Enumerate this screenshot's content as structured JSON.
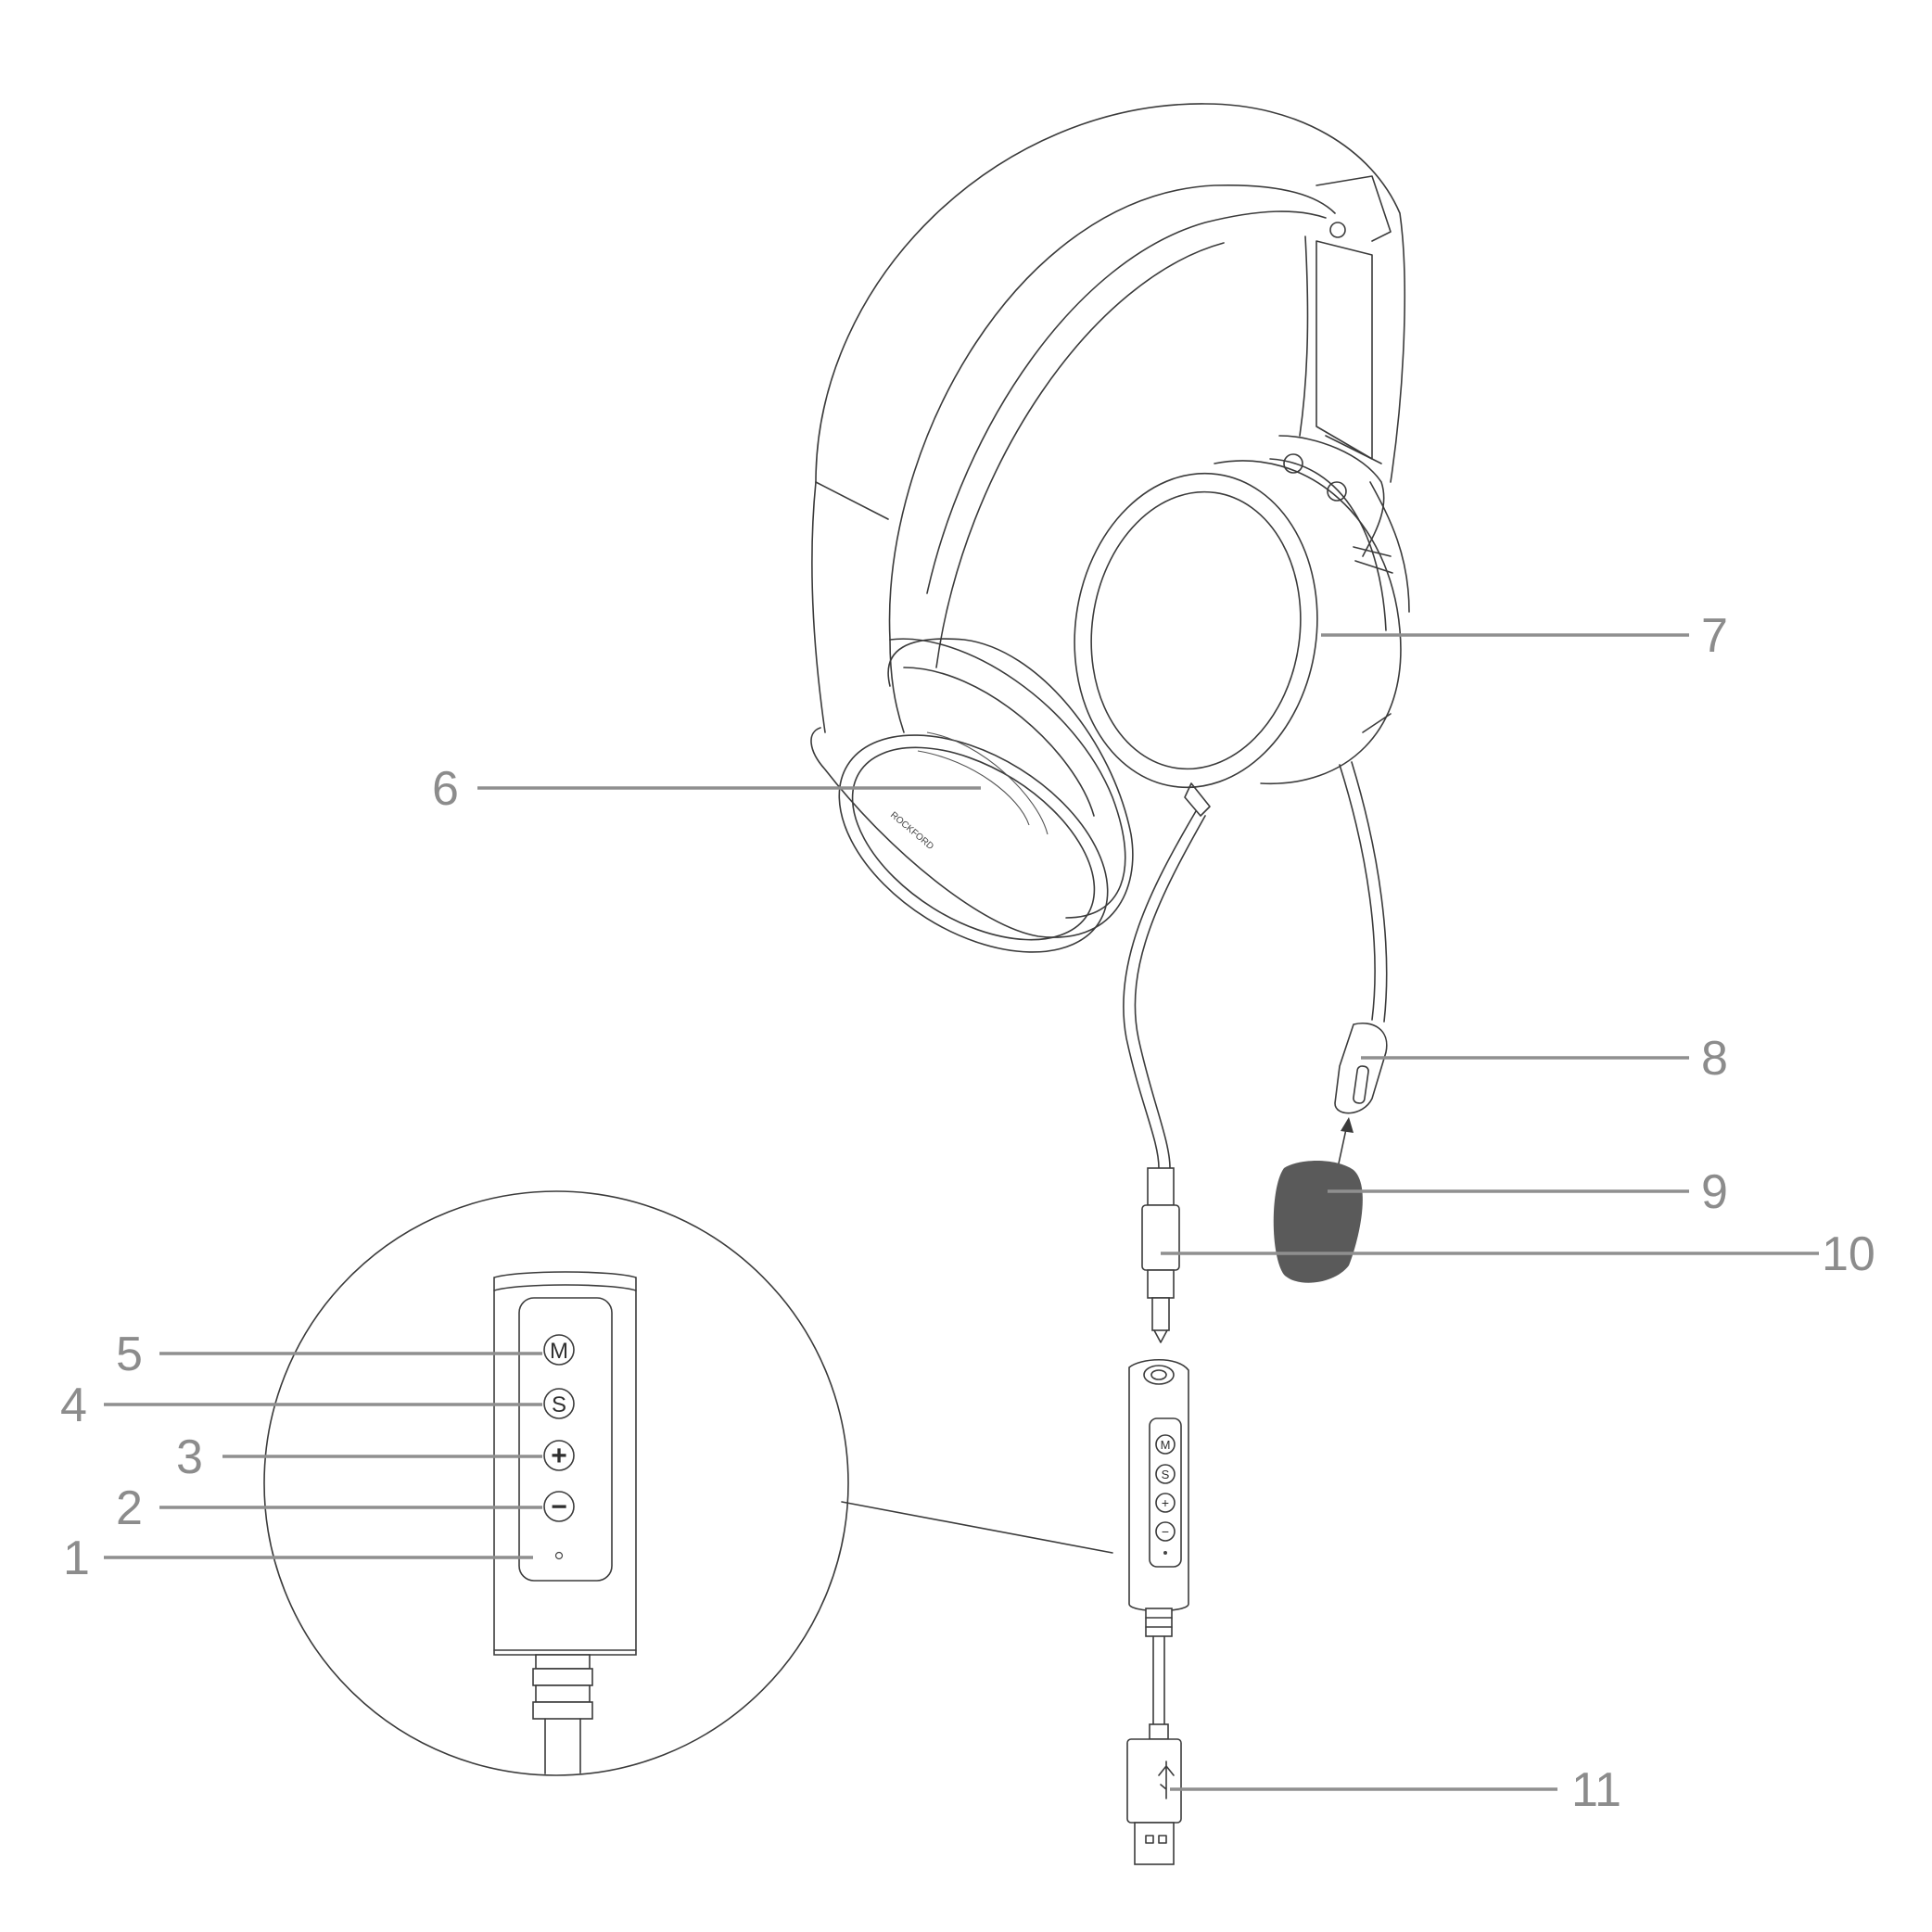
{
  "callouts": [
    {
      "id": "1",
      "label": "1"
    },
    {
      "id": "2",
      "label": "2"
    },
    {
      "id": "3",
      "label": "3"
    },
    {
      "id": "4",
      "label": "4"
    },
    {
      "id": "5",
      "label": "5"
    },
    {
      "id": "6",
      "label": "6"
    },
    {
      "id": "7",
      "label": "7"
    },
    {
      "id": "8",
      "label": "8"
    },
    {
      "id": "9",
      "label": "9"
    },
    {
      "id": "10",
      "label": "10"
    },
    {
      "id": "11",
      "label": "11"
    }
  ],
  "buttons": {
    "m": "M",
    "s": "S",
    "plus": "+",
    "minus": "−"
  },
  "colors": {
    "line": "#3b3b3b",
    "callout": "#8c8c8c",
    "foam": "#5a5a5a"
  },
  "icons": [
    "headphones-icon",
    "usb-icon",
    "microphone-icon"
  ]
}
